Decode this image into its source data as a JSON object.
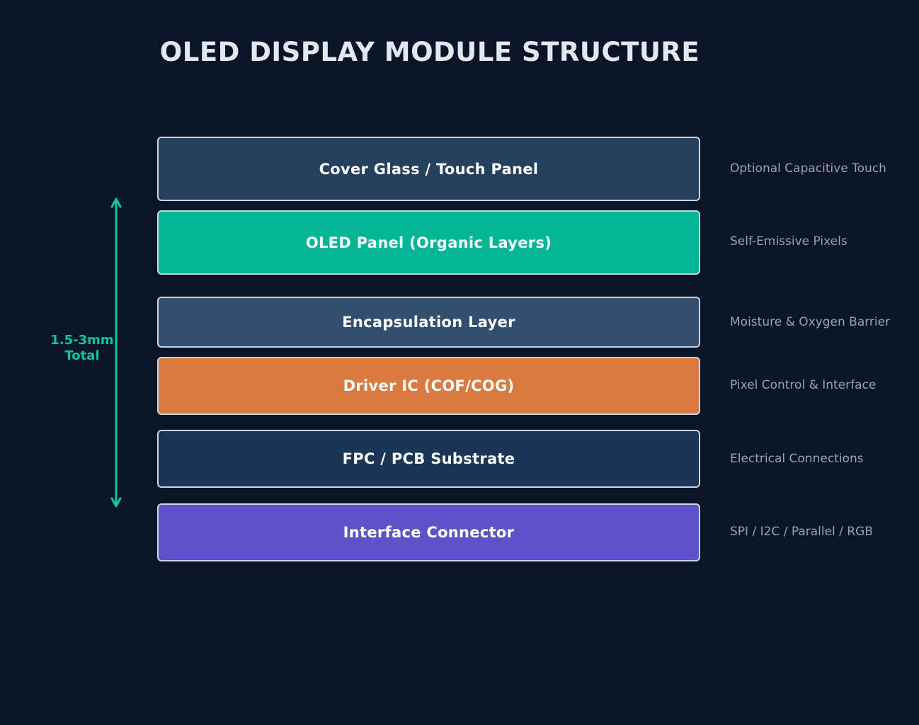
{
  "title": "OLED DISPLAY MODULE STRUCTURE",
  "colors": {
    "background": "#0a1628",
    "accent": "#10c59a",
    "border": "#cbd5e1",
    "note_text": "#94a3b8"
  },
  "layers": [
    {
      "label": "Cover Glass / Touch Panel",
      "note": "Optional Capacitive Touch",
      "color": "#253f5f"
    },
    {
      "label": "OLED Panel (Organic Layers)",
      "note": "Self-Emissive Pixels",
      "color": "#04b596"
    },
    {
      "label": "Encapsulation Layer",
      "note": "Moisture & Oxygen Barrier",
      "color": "#324f6f"
    },
    {
      "label": "Driver IC (COF/COG)",
      "note": "Pixel Control & Interface",
      "color": "#d97a40"
    },
    {
      "label": "FPC / PCB Substrate",
      "note": "Electrical Connections",
      "color": "#1b3556"
    },
    {
      "label": "Interface Connector",
      "note": "SPI / I2C / Parallel / RGB",
      "color": "#5e52c8"
    }
  ],
  "dimension": {
    "line1": "1.5-3mm",
    "line2": "Total"
  }
}
